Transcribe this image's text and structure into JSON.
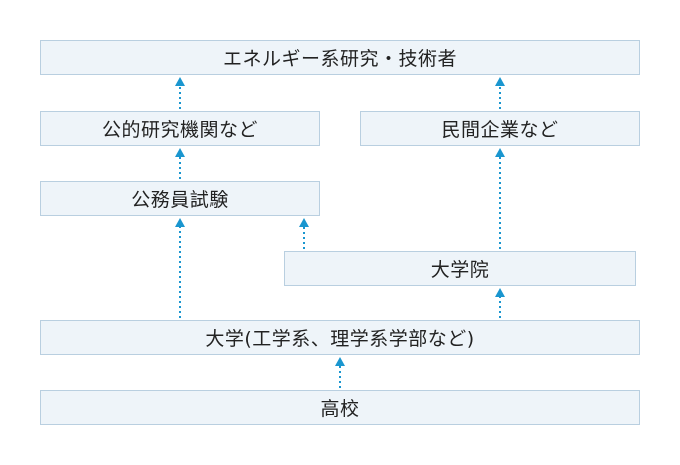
{
  "nodes": {
    "researcher": "エネルギー系研究・技術者",
    "public_institution": "公的研究機関など",
    "private_company": "民間企業など",
    "civil_service_exam": "公務員試験",
    "graduate_school": "大学院",
    "university": "大学(工学系、理学系学部など)",
    "high_school": "高校"
  },
  "colors": {
    "box_fill": "#eef4f9",
    "box_border": "#b9cfe0",
    "arrow": "#1a96cf"
  }
}
